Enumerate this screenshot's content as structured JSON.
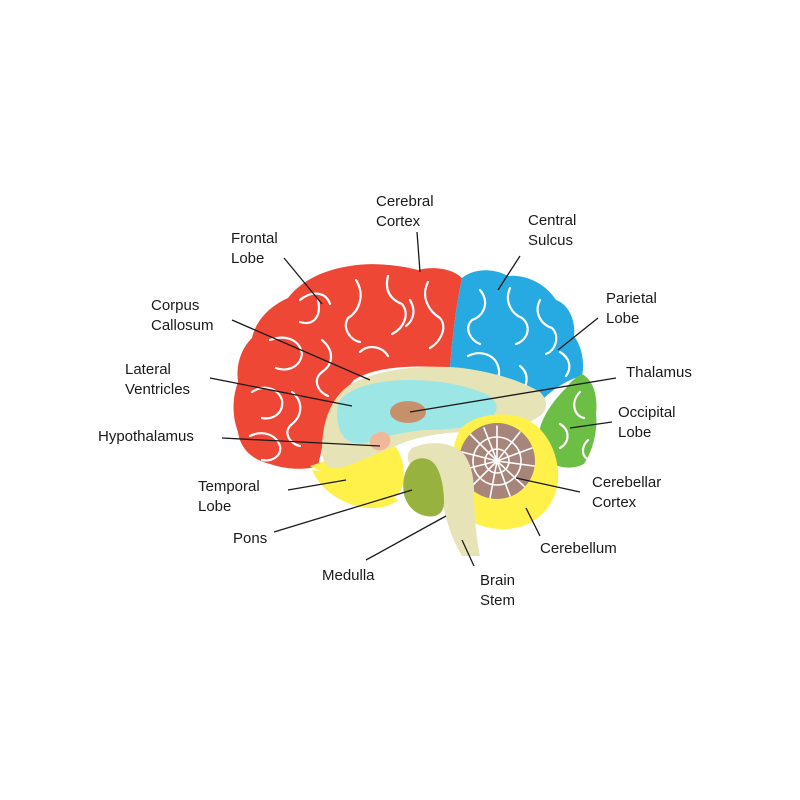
{
  "diagram": {
    "colors": {
      "frontal": "#ef4736",
      "parietal": "#27aae1",
      "occipital": "#6cbe45",
      "temporal": "#fff04a",
      "cerebellum": "#fff04a",
      "corpus_callosum": "#e6e4b6",
      "brainstem": "#e6e4b6",
      "ventricles": "#9ce6e6",
      "thalamus": "#c6906a",
      "hypothalamus": "#f0b89a",
      "pons": "#97b23e",
      "cerebellar_cortex": "#a8857a",
      "label_text": "#1a1a1a",
      "background": "#ffffff"
    },
    "labels": {
      "cerebral_cortex": [
        "Cerebral",
        "Cortex"
      ],
      "frontal_lobe": [
        "Frontal",
        "Lobe"
      ],
      "central_sulcus": [
        "Central",
        "Sulcus"
      ],
      "parietal_lobe": [
        "Parietal",
        "Lobe"
      ],
      "corpus_callosum": [
        "Corpus",
        "Callosum"
      ],
      "lateral_ventricles": [
        "Lateral",
        "Ventricles"
      ],
      "thalamus": "Thalamus",
      "occipital_lobe": [
        "Occipital",
        "Lobe"
      ],
      "hypothalamus": "Hypothalamus",
      "cerebellar_cortex": [
        "Cerebellar",
        "Cortex"
      ],
      "temporal_lobe": [
        "Temporal",
        "Lobe"
      ],
      "pons": "Pons",
      "cerebellum": "Cerebellum",
      "medulla": "Medulla",
      "brain_stem": [
        "Brain",
        "Stem"
      ]
    }
  }
}
